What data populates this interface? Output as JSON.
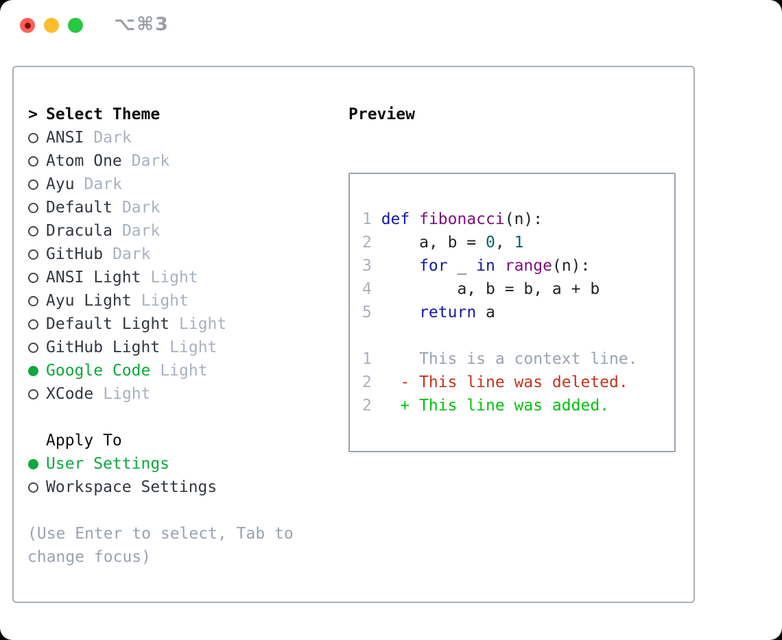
{
  "titlebar": {
    "shortcut": "⌥⌘3",
    "traffic_lights": [
      "close",
      "minimize",
      "zoom"
    ]
  },
  "theme_list": {
    "cursor": ">",
    "header": "Select Theme",
    "items": [
      {
        "name": "ANSI",
        "variant": "Dark",
        "selected": false
      },
      {
        "name": "Atom One",
        "variant": "Dark",
        "selected": false
      },
      {
        "name": "Ayu",
        "variant": "Dark",
        "selected": false
      },
      {
        "name": "Default",
        "variant": "Dark",
        "selected": false
      },
      {
        "name": "Dracula",
        "variant": "Dark",
        "selected": false
      },
      {
        "name": "GitHub",
        "variant": "Dark",
        "selected": false
      },
      {
        "name": "ANSI Light",
        "variant": "Light",
        "selected": false
      },
      {
        "name": "Ayu Light",
        "variant": "Light",
        "selected": false
      },
      {
        "name": "Default Light",
        "variant": "Light",
        "selected": false
      },
      {
        "name": "GitHub Light",
        "variant": "Light",
        "selected": false
      },
      {
        "name": "Google Code",
        "variant": "Light",
        "selected": true
      },
      {
        "name": "XCode",
        "variant": "Light",
        "selected": false
      }
    ]
  },
  "apply_to": {
    "header": "Apply To",
    "options": [
      {
        "label": "User Settings",
        "selected": true
      },
      {
        "label": "Workspace Settings",
        "selected": false
      }
    ]
  },
  "footer_hint": "(Use Enter to select, Tab to change focus)",
  "preview": {
    "title": "Preview",
    "code_lines": [
      {
        "num": "1",
        "tokens": [
          [
            "def",
            "kw"
          ],
          [
            " ",
            "pl"
          ],
          [
            "fibonacci",
            "fn"
          ],
          [
            "(n):",
            "pl"
          ]
        ]
      },
      {
        "num": "2",
        "tokens": [
          [
            "    a, b = ",
            "pl"
          ],
          [
            "0",
            "num"
          ],
          [
            ", ",
            "pl"
          ],
          [
            "1",
            "num"
          ]
        ]
      },
      {
        "num": "3",
        "tokens": [
          [
            "    ",
            "pl"
          ],
          [
            "for",
            "kw"
          ],
          [
            " _ ",
            "pl"
          ],
          [
            "in",
            "kw"
          ],
          [
            " ",
            "pl"
          ],
          [
            "range",
            "fn"
          ],
          [
            "(n):",
            "pl"
          ]
        ]
      },
      {
        "num": "4",
        "tokens": [
          [
            "        a, b = b, a + b",
            "pl"
          ]
        ]
      },
      {
        "num": "5",
        "tokens": [
          [
            "    ",
            "pl"
          ],
          [
            "return",
            "kw"
          ],
          [
            " a",
            "pl"
          ]
        ]
      }
    ],
    "diff_lines": [
      {
        "num": "1",
        "text": "    This is a context line.",
        "kind": "context"
      },
      {
        "num": "2",
        "text": "  - This line was deleted.",
        "kind": "deleted"
      },
      {
        "num": "2",
        "text": "  + This line was added.",
        "kind": "added"
      }
    ]
  },
  "colors": {
    "accent": "#0ea83c",
    "text": "#32383f",
    "muted": "#a8b1bf",
    "muted2": "#99a3b1",
    "border": "#a7aeb8",
    "kw": "#1518a8",
    "fn": "#7c107c",
    "lit": "#066666",
    "diff-red": "#c2331d",
    "diff-green": "#00c20b",
    "tl-red": "#ff5f57",
    "tl-yellow": "#febc2e",
    "tl-green": "#28c840"
  }
}
